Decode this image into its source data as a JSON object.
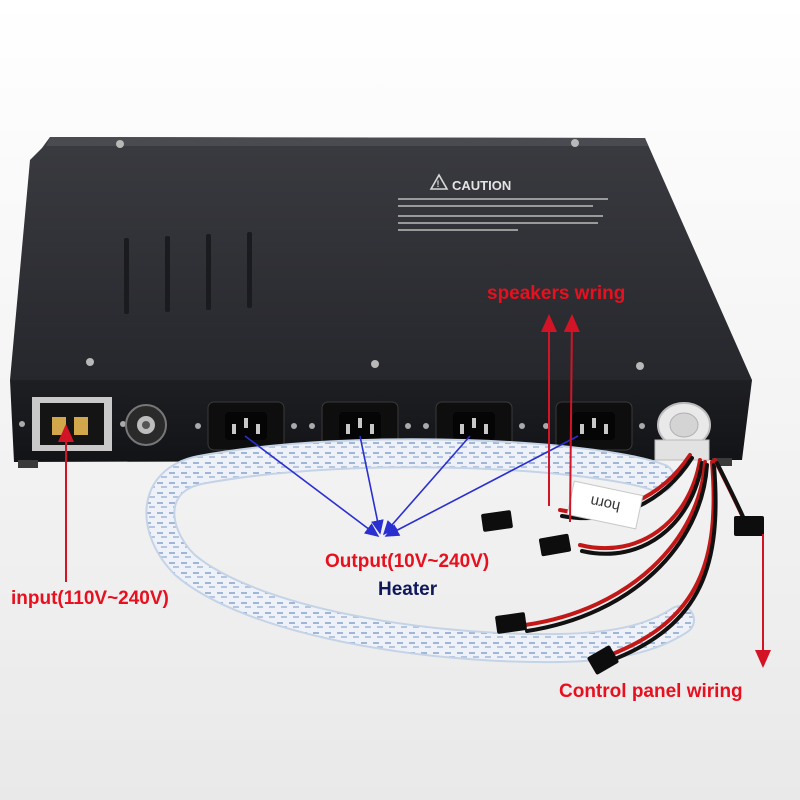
{
  "caution": {
    "title": "CAUTION"
  },
  "cable_tag": {
    "text": "horn"
  },
  "labels": {
    "speakers": "speakers wring",
    "output": "Output(10V~240V)",
    "heater": "Heater",
    "input": "input(110V~240V)",
    "control": "Control panel wiring"
  },
  "colors": {
    "label_red": "#e8101e",
    "label_navy": "#10185c",
    "arrow_blue": "#2a2fd0",
    "arrow_red": "#d31426",
    "chassis": "#25262b"
  },
  "icons": [
    "warning-triangle-icon",
    "arrow-icon"
  ]
}
